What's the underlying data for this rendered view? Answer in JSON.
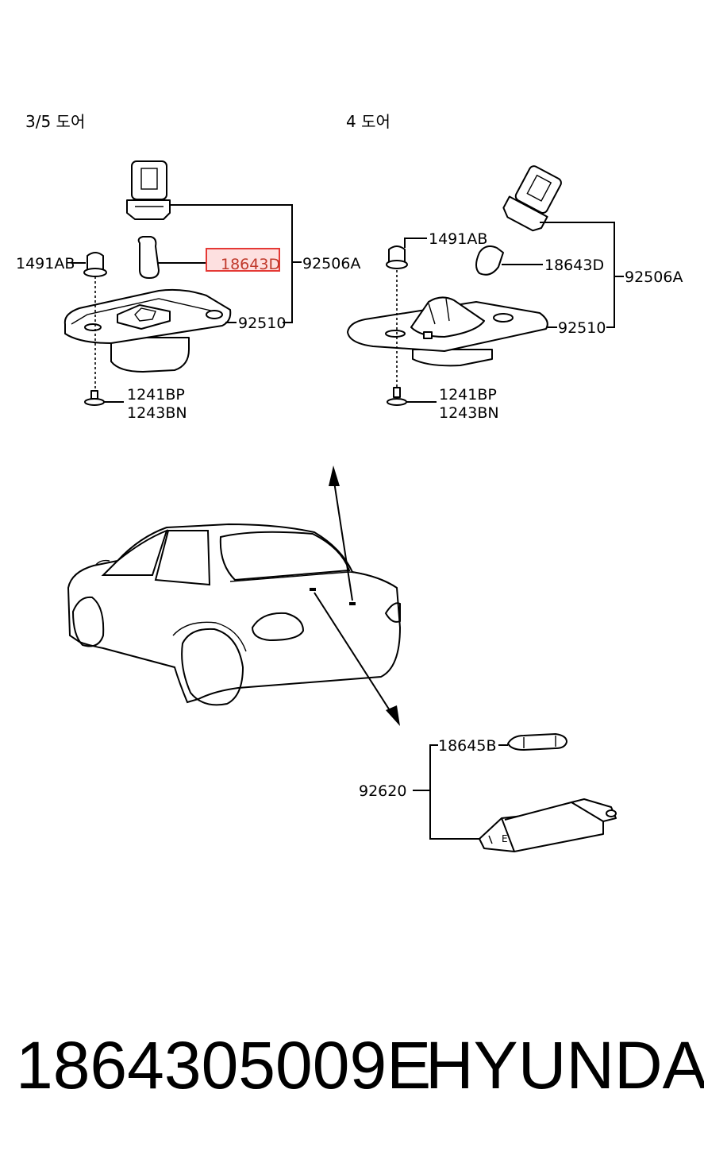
{
  "sections": {
    "left_title": "3/5 도어",
    "right_title": "4 도어"
  },
  "left_group": {
    "p_1491AB": "1491AB",
    "p_18643D": "18643D",
    "p_92506A": "92506A",
    "p_92510": "92510",
    "p_1241BP": "1241BP",
    "p_1243BN": "1243BN"
  },
  "right_group": {
    "p_1491AB": "1491AB",
    "p_18643D": "18643D",
    "p_92506A": "92506A",
    "p_92510": "92510",
    "p_1241BP": "1241BP",
    "p_1243BN": "1243BN"
  },
  "trunk_group": {
    "p_18645B": "18645B",
    "p_92620": "92620"
  },
  "highlight": {
    "part": "18643D",
    "color": "#e53935"
  },
  "footer": {
    "part_number": "1864305009E",
    "brand": "HYUNDAI"
  }
}
